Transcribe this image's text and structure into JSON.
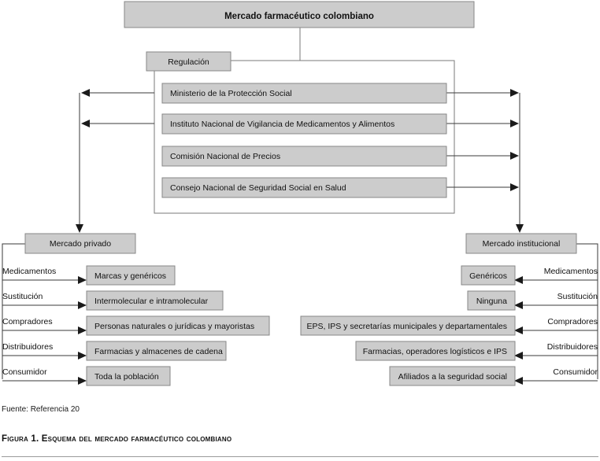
{
  "figure": {
    "source_note": "Fuente: Referencia 20",
    "caption": "Figura 1. Esquema del mercado farmacéutico colombiano",
    "colors": {
      "box_fill": "#cccccc",
      "box_border": "#878787",
      "connector": "#3a3a3a",
      "frame": "#7a7a7a",
      "text": "#111111",
      "background": "#ffffff"
    }
  },
  "top": {
    "title_box": "Mercado farmacéutico colombiano",
    "regulation_box": "Regulación"
  },
  "regulation": {
    "entities": [
      {
        "label": "Ministerio de la Protección Social",
        "arrow_left": true,
        "arrow_right": true
      },
      {
        "label": "Instituto Nacional de Vigilancia de Medicamentos y Alimentos",
        "arrow_left": true,
        "arrow_right": true
      },
      {
        "label": "Comisión Nacional de Precios",
        "arrow_left": false,
        "arrow_right": true
      },
      {
        "label": "Consejo Nacional de Seguridad Social en Salud",
        "arrow_left": false,
        "arrow_right": true
      }
    ]
  },
  "private_market": {
    "header": "Mercado privado",
    "rows": [
      {
        "label": "Medicamentos",
        "value": "Marcas y genéricos"
      },
      {
        "label": "Sustitución",
        "value": "Intermolecular e intramolecular"
      },
      {
        "label": "Compradores",
        "value": "Personas naturales o jurídicas y mayoristas"
      },
      {
        "label": "Distribuidores",
        "value": "Farmacias y almacenes de cadena"
      },
      {
        "label": "Consumidor",
        "value": "Toda la población"
      }
    ]
  },
  "institutional_market": {
    "header": "Mercado institucional",
    "rows": [
      {
        "label": "Medicamentos",
        "value": "Genéricos"
      },
      {
        "label": "Sustitución",
        "value": "Ninguna"
      },
      {
        "label": "Compradores",
        "value": "EPS, IPS y secretarías municipales y departamentales"
      },
      {
        "label": "Distribuidores",
        "value": "Farmacias, operadores logísticos e IPS"
      },
      {
        "label": "Consumidor",
        "value": "Afiliados a la seguridad social"
      }
    ]
  }
}
